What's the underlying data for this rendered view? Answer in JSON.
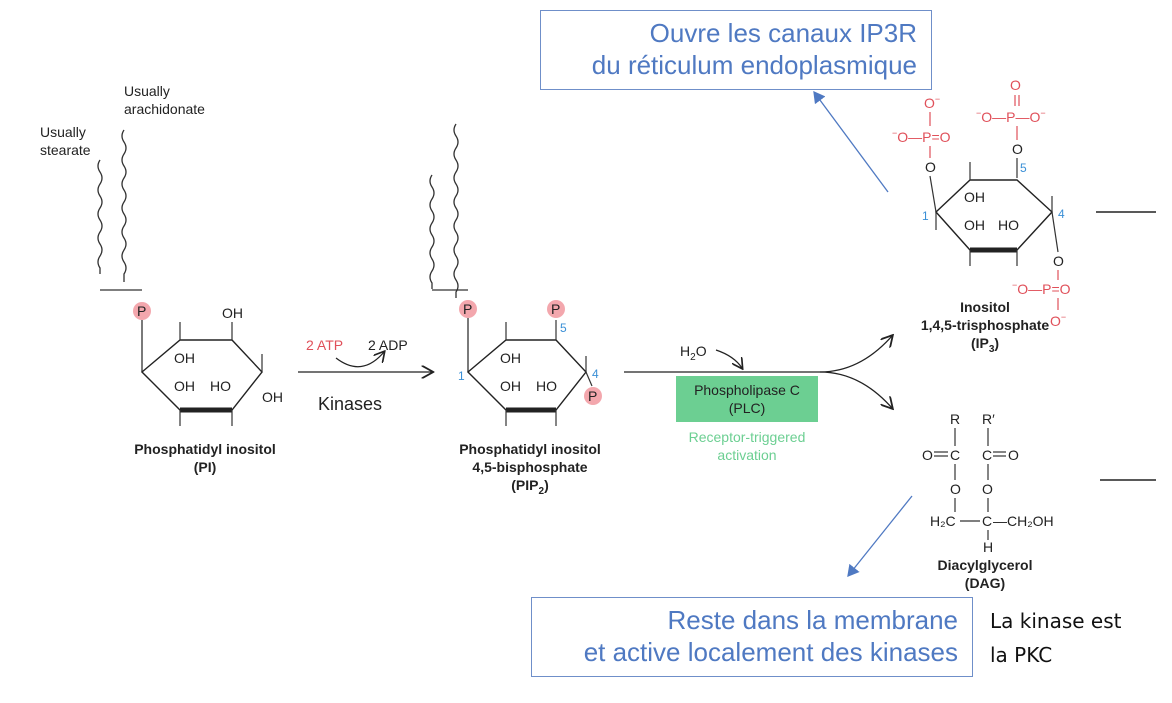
{
  "callouts": {
    "ip3_effect": {
      "line1": "Ouvre les canaux IP3R",
      "line2": "du réticulum endoplasmique"
    },
    "dag_effect": {
      "line1": "Reste dans la membrane",
      "line2": "et active localement des kinases"
    }
  },
  "note": {
    "line1": "La kinase est",
    "line2": "la PKC"
  },
  "labels": {
    "usually_stearate": [
      "Usually",
      "stearate"
    ],
    "usually_arachidonate": [
      "Usually",
      "arachidonate"
    ],
    "p": "P",
    "oh": "OH",
    "ho": "HO",
    "pi_name": [
      "Phosphatidyl inositol",
      "(PI)"
    ],
    "atp": "2 ATP",
    "adp": "2 ADP",
    "kinases": "Kinases",
    "pip2_name": [
      "Phosphatidyl inositol",
      "4,5-bisphosphate",
      "(PIP",
      "2",
      ")"
    ],
    "h2o": [
      "H",
      "2",
      "O"
    ],
    "plc": [
      "Phospholipase C",
      "(PLC)"
    ],
    "activation": [
      "Receptor-triggered",
      "activation"
    ],
    "ip3_name": [
      "Inositol",
      "1,4,5-trisphosphate",
      "(IP",
      "3",
      ")"
    ],
    "dag_name": [
      "Diacylglycerol",
      "(DAG)"
    ],
    "ring_numbers": {
      "one": "1",
      "four": "4",
      "five": "5"
    },
    "phosphate": {
      "o_minus": "O",
      "minus": "−",
      "o": "O",
      "p": "P",
      "eq_o": "=O"
    },
    "dag_groups": {
      "r": "R",
      "r_prime": "R′",
      "ch2_left": "H₂C",
      "ch": "C",
      "h": "H",
      "ch2oh": "—CH₂OH"
    }
  },
  "colors": {
    "callout_border": "#6f8fc9",
    "callout_text": "#4f79c2",
    "phosphate_red": "#e0505a",
    "ring_number_blue": "#3a8fd6",
    "plc_box": "#6ccf92",
    "activation_green": "#6ccf92"
  }
}
